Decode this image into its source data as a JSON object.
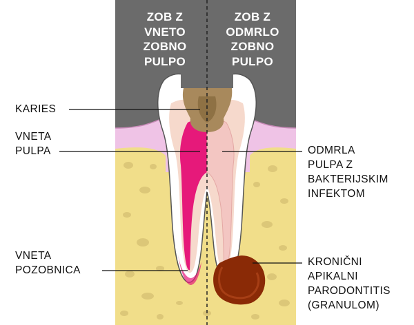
{
  "columns": {
    "left": {
      "lines": [
        "ZOB Z",
        "VNETO",
        "ZOBNO",
        "PULPO"
      ]
    },
    "right": {
      "lines": [
        "ZOB Z",
        "ODMRLO",
        "ZOBNO",
        "PULPO"
      ]
    }
  },
  "labels": {
    "caries": {
      "lines": [
        "KARIES"
      ]
    },
    "inflamed_pulp": {
      "lines": [
        "VNETA",
        "PULPA"
      ]
    },
    "necrotic_pulp": {
      "lines": [
        "ODMRLA",
        "PULPA Z",
        "BAKTERIJSKIM",
        "INFEKTOM"
      ]
    },
    "periodontitis_inflamed": {
      "lines": [
        "VNETA",
        "POZOBNICA"
      ]
    },
    "granuloma": {
      "lines": [
        "KRONIČNI",
        "APIKALNI",
        "PARODONTITIS",
        "(GRANULOM)"
      ]
    }
  },
  "colors": {
    "header_band": "#6b6b6b",
    "bone": "#f1de8a",
    "gum": "#efc3e6",
    "enamel": "#ffffff",
    "dentin": "#f6d9cc",
    "inflamed_pulp": "#e6197a",
    "necrotic_pulp": "#f3c6c2",
    "caries": "#a8895c",
    "granuloma": "#8a2a06"
  }
}
